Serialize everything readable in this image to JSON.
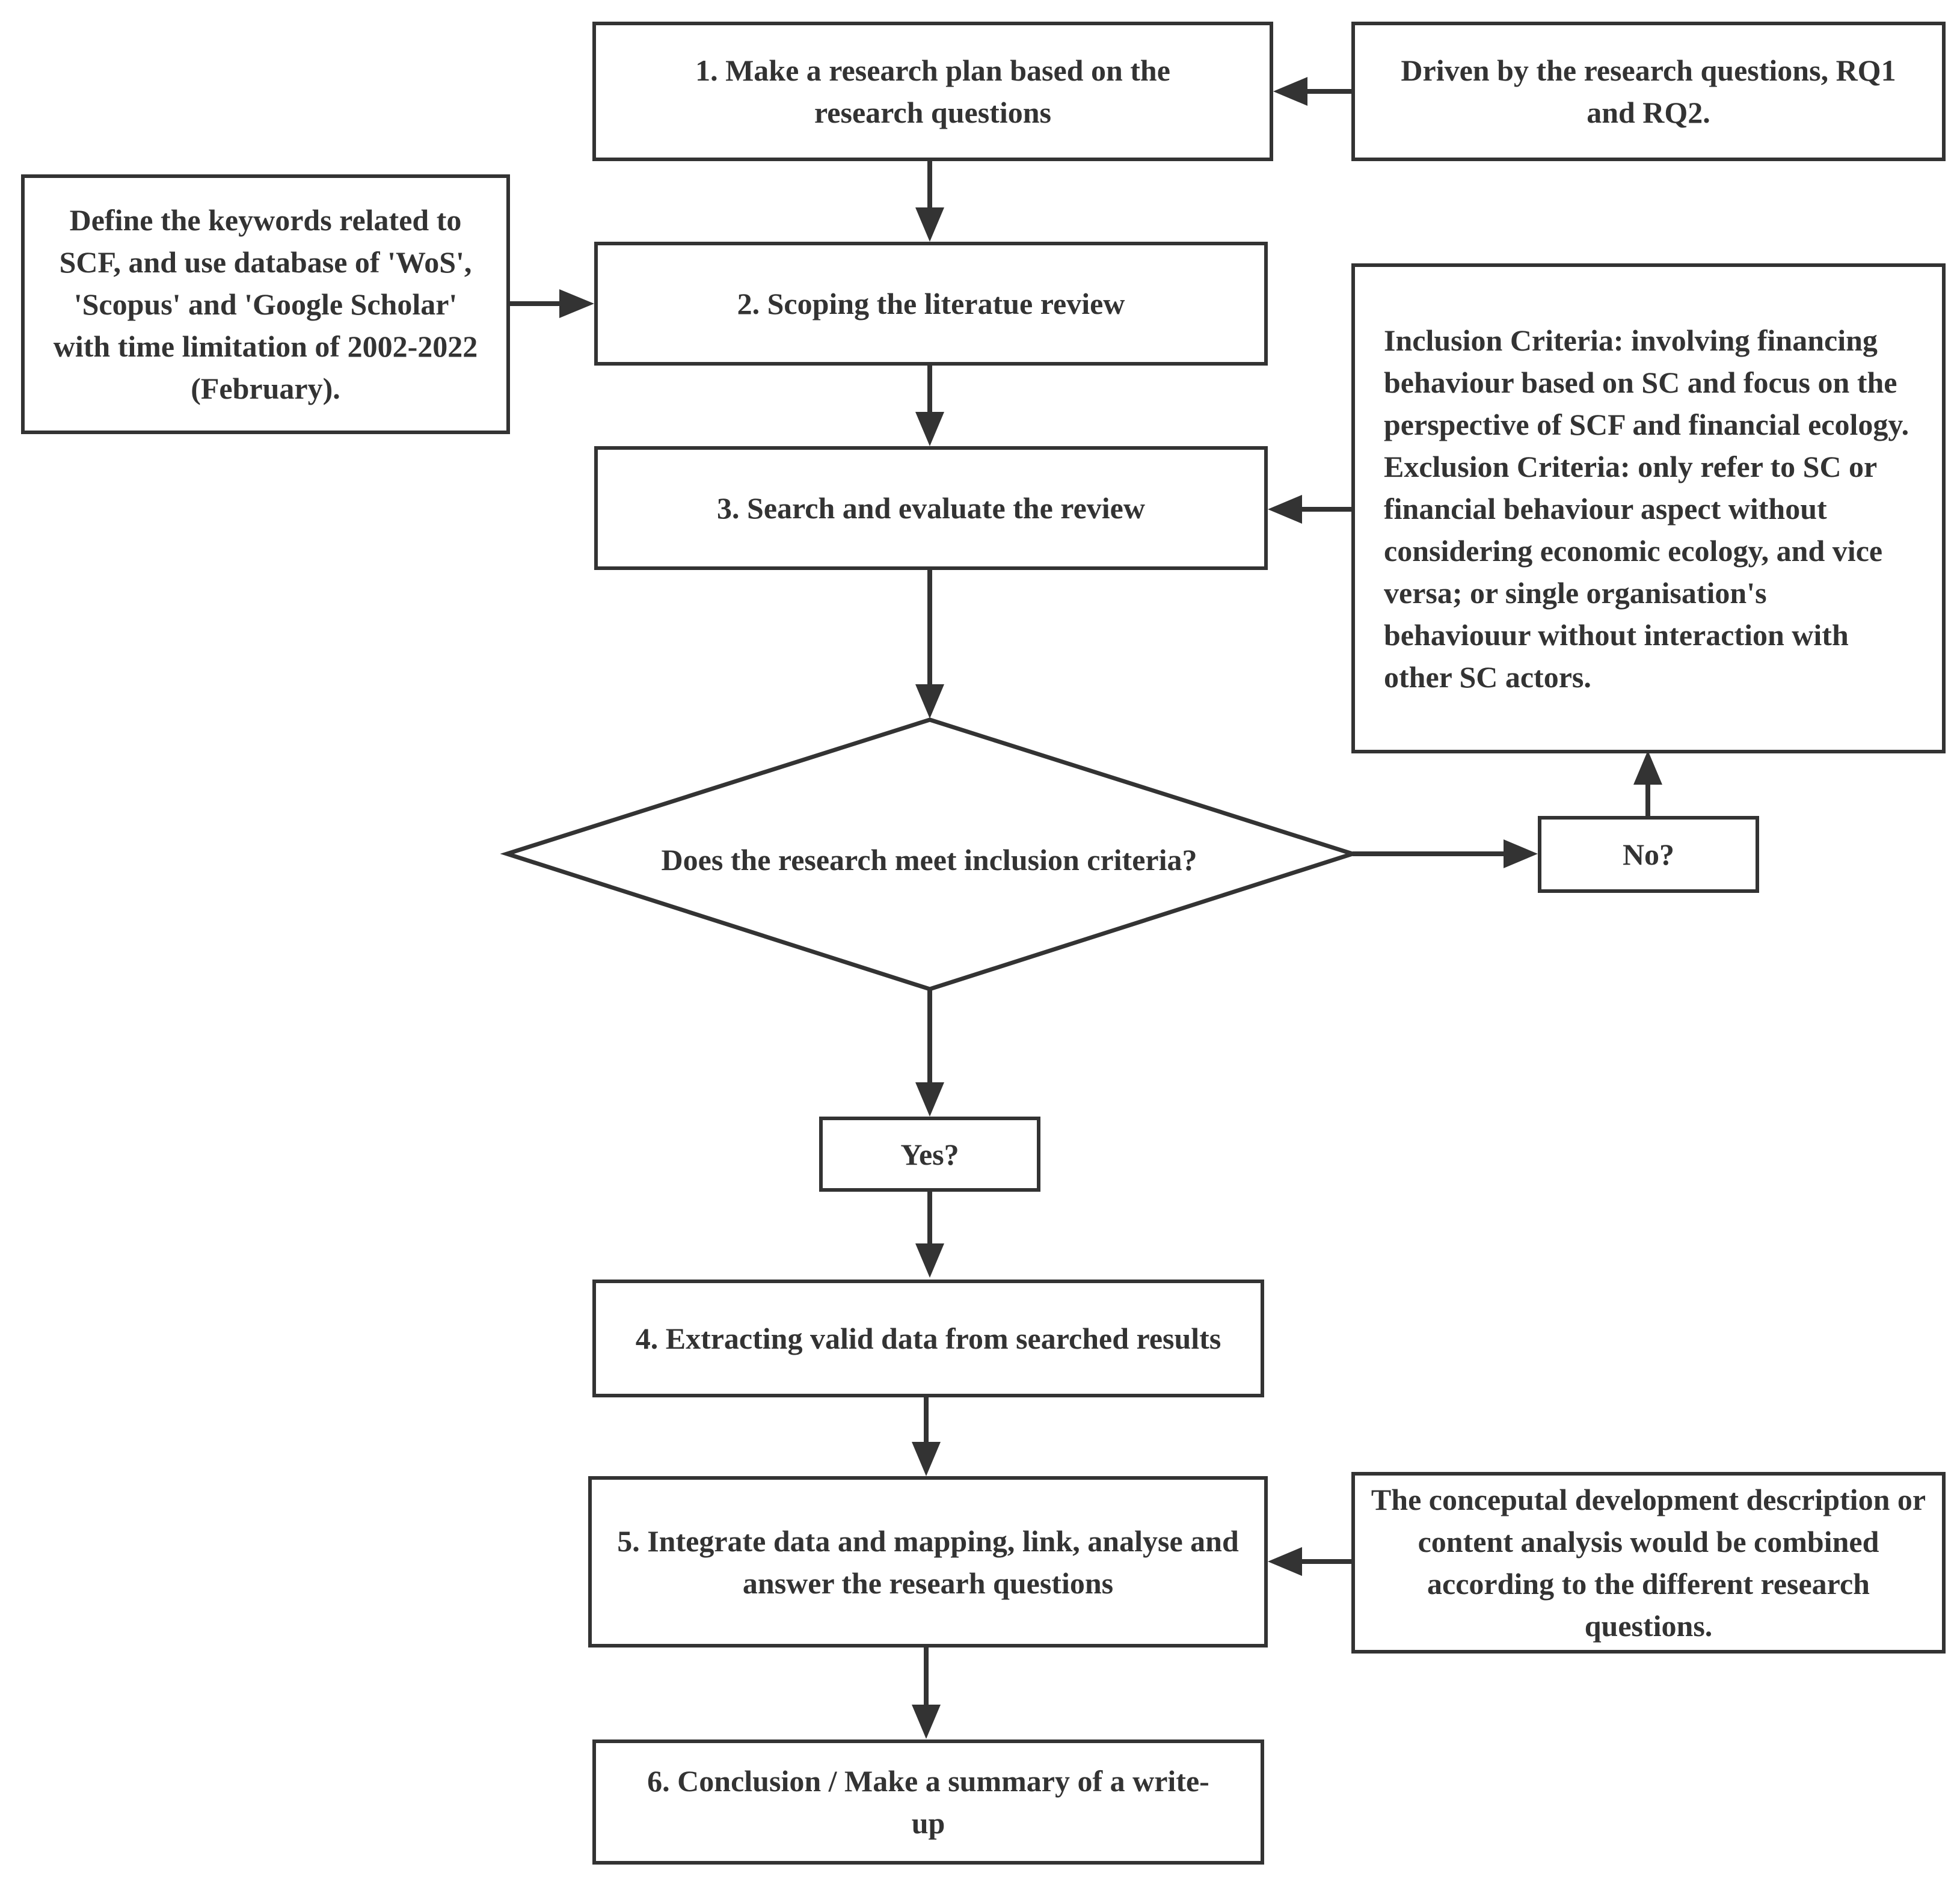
{
  "nodes": {
    "step1": "1. Make a research plan based on the research questions",
    "driven": "Driven by the research questions, RQ1 and RQ2.",
    "define": "Define the keywords related to SCF, and use database of 'WoS', 'Scopus' and 'Google Scholar' with time limitation of 2002-2022 (February).",
    "step2": "2. Scoping the literatue review",
    "criteria": "Inclusion Criteria: involving financing behaviour based on SC and focus on the perspective of SCF and financial ecology.\nExclusion Criteria: only refer to SC or financial behaviour aspect without considering economic ecology, and vice versa; or single organisation's behaviouur without interaction with other SC actors.",
    "step3": "3. Search and evaluate the review",
    "decision": "Does the research meet inclusion criteria?",
    "no": "No?",
    "yes": "Yes?",
    "step4": "4. Extracting valid data from searched results",
    "step5": "5. Integrate data and mapping, link, analyse and answer the researh questions",
    "conceptual": "The conceputal development description or content analysis would be combined according to the different research questions.",
    "step6": "6. Conclusion / Make a summary of a write-up"
  },
  "colors": {
    "stroke": "#333333",
    "background": "#ffffff"
  }
}
